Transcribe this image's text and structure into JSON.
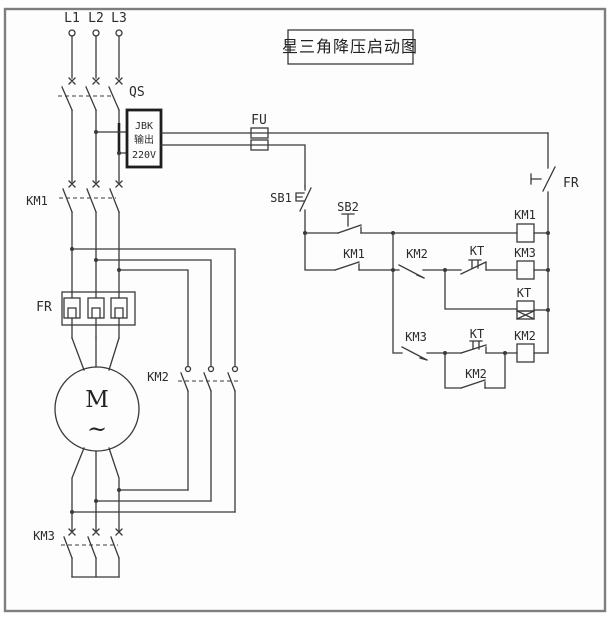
{
  "title": "星三角降压启动图",
  "colors": {
    "line": "#3a3a3a",
    "background": "#ffffff",
    "frame": "#808080"
  },
  "labels": {
    "l1": "L1",
    "l2": "L2",
    "l3": "L3",
    "qs": "QS",
    "jbk_line1": "JBK",
    "jbk_line2": "输出",
    "jbk_line3": "220V",
    "fu": "FU",
    "km1_power": "KM1",
    "fr_power": "FR",
    "km2_power": "KM2",
    "km3_power": "KM3",
    "motor_m": "M",
    "motor_wave": "~",
    "sb1": "SB1",
    "sb2": "SB2",
    "fr_contact": "FR",
    "km1_coil": "KM1",
    "km1_aux": "KM1",
    "km2_nc": "KM2",
    "kt_nc": "KT",
    "km3_coil": "KM3",
    "kt_coil": "KT",
    "km3_nc": "KM3",
    "kt_no": "KT",
    "km2_coil": "KM2",
    "km2_aux": "KM2"
  }
}
